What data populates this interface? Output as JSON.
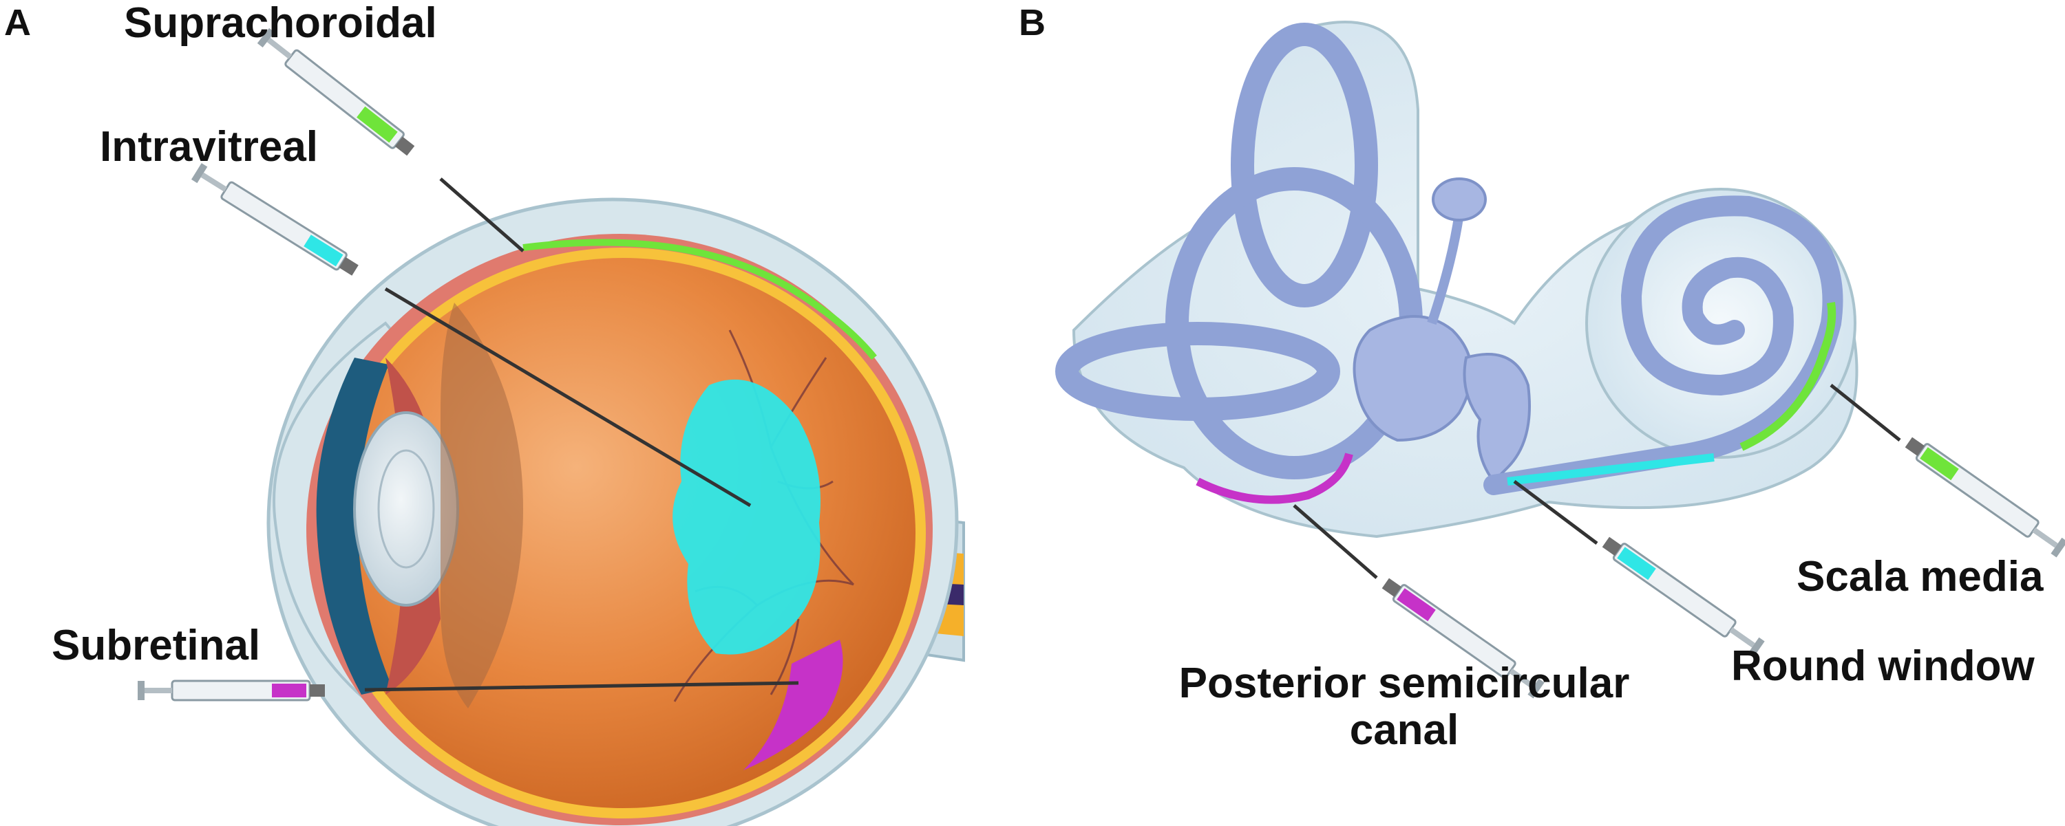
{
  "panels": {
    "a": {
      "letter": "A",
      "routes": {
        "suprachoroidal": "Suprachoroidal",
        "intravitreal": "Intravitreal",
        "subretinal": "Subretinal"
      }
    },
    "b": {
      "letter": "B",
      "routes": {
        "posterior_line1": "Posterior semicircular",
        "posterior_line2": "canal",
        "round_window": "Round window",
        "scala_media": "Scala media"
      }
    }
  },
  "colors": {
    "suprachoroidal": "#6FE43A",
    "intravitreal": "#2FE6E6",
    "subretinal": "#C632C8",
    "posterior_canal": "#C632C8",
    "round_window": "#2FE6E6",
    "scala_media": "#6FE43A",
    "eyeball": "#E2803A",
    "sclera": "#D4E4EA",
    "inner_ear": "#8FA2D6"
  }
}
